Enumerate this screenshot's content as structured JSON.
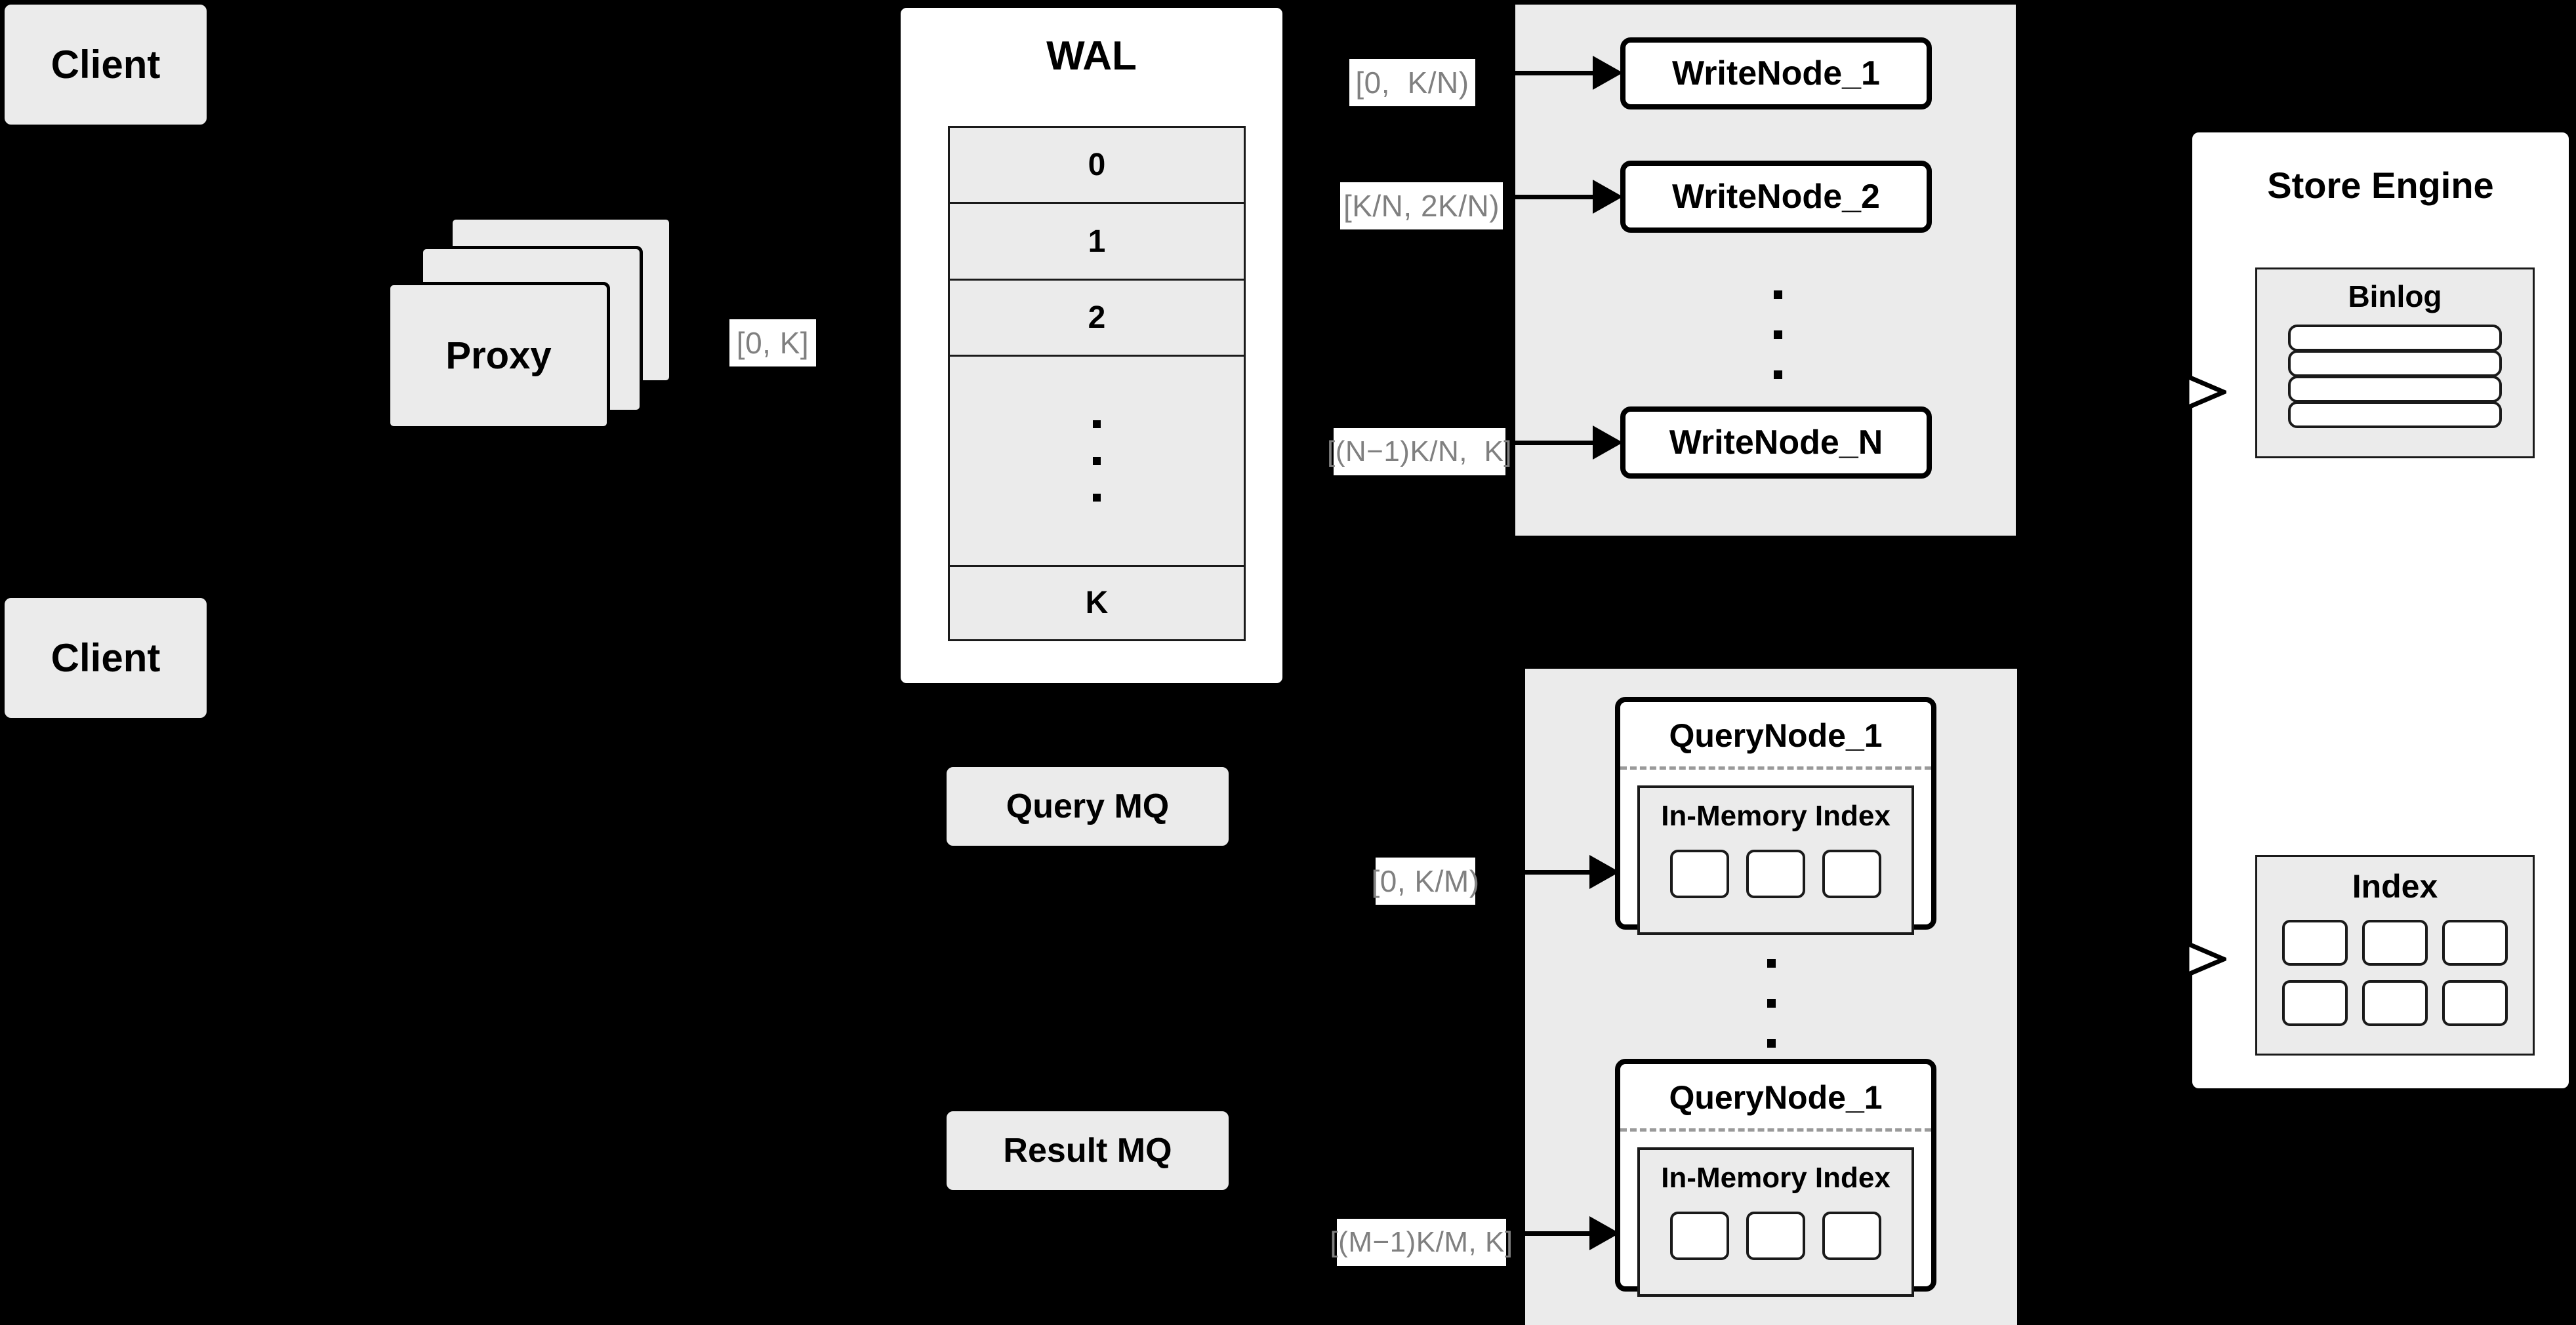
{
  "diagram": {
    "title": "Distributed Vector Database Write/Query Architecture",
    "background_color": "#000000",
    "node_fill": "#ebebeb",
    "node_stroke": "#000000",
    "label_text_color": "#808080",
    "label_bg_color": "#ffffff"
  },
  "clients": [
    {
      "label": "Client"
    },
    {
      "label": "Client"
    }
  ],
  "proxy": {
    "label": "Proxy",
    "stack_count": 3
  },
  "wal": {
    "title": "WAL",
    "rows": [
      "0",
      "1",
      "2",
      "",
      "K"
    ],
    "ellipsis_row_index": 3,
    "ellipsis_dots": 3
  },
  "queues": [
    {
      "label": "Query MQ"
    },
    {
      "label": "Result MQ"
    }
  ],
  "write_cluster": {
    "nodes": [
      {
        "label": "WriteNode_1"
      },
      {
        "label": "WriteNode_2"
      },
      {
        "label": "WriteNode_N"
      }
    ],
    "ellipsis_dots": 3
  },
  "query_cluster": {
    "nodes": [
      {
        "title": "QueryNode_1",
        "inner_title": "In-Memory Index",
        "slot_count": 3
      },
      {
        "title": "QueryNode_1",
        "inner_title": "In-Memory Index",
        "slot_count": 3
      }
    ],
    "ellipsis_dots": 3
  },
  "store_engine": {
    "title": "Store Engine",
    "binlog": {
      "title": "Binlog",
      "slot_count": 4
    },
    "index": {
      "title": "Index",
      "slot_count": 6,
      "columns": 3,
      "rows": 2
    }
  },
  "edge_labels": {
    "proxy_to_wal": "[0, K]",
    "wal_to_writenode_1": "[0,  K/N)",
    "wal_to_writenode_2": "[K/N, 2K/N)",
    "wal_to_writenode_n": "[(N−1)K/N,  K]",
    "querymq_to_querynode_1": "[0, K/M)",
    "querymq_to_querynode_m": "[(M−1)K/M, K]"
  }
}
